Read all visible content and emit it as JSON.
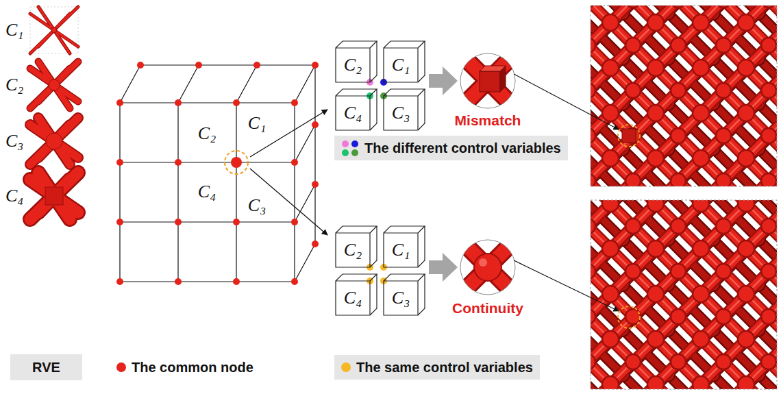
{
  "diagram": {
    "nodes": [
      {
        "text": [
          "C₂"
        ]
      },
      {
        "text": [
          "C₁"
        ]
      },
      {
        "text": [
          "C₄"
        ]
      },
      {
        "text": [
          "C₃"
        ]
      },
      {
        "text": [
          "C₂"
        ]
      },
      {
        "text": [
          "C₁"
        ]
      },
      {
        "text": [
          "C₄"
        ]
      },
      {
        "text": [
          "C₃"
        ]
      },
      {
        "text": [
          "C₂"
        ]
      },
      {
        "text": [
          "C₁"
        ]
      },
      {
        "text": [
          "C₄"
        ]
      },
      {
        "text": [
          "C₃"
        ]
      },
      {
        "text": [
          "RVE"
        ]
      }
    ],
    "labels": [
      "C₁",
      "C₂",
      "C₃",
      "C₄",
      "Mismatch",
      "Continuity"
    ],
    "legend": [
      {
        "text": "The common node",
        "color": "#e5231b"
      },
      {
        "text": "The different control variables"
      },
      {
        "text": "The same control variables",
        "color": "#f6b824"
      }
    ]
  }
}
